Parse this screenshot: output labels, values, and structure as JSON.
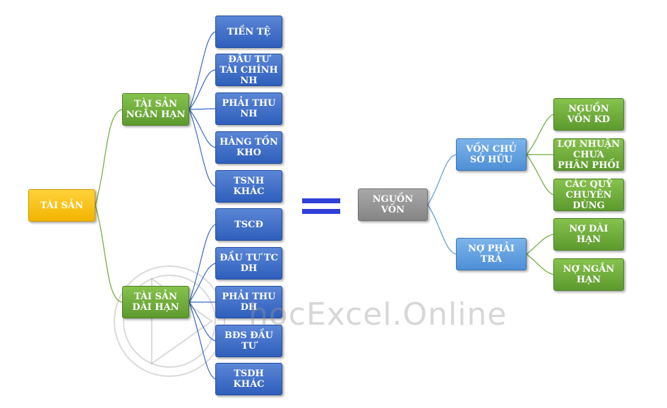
{
  "diagram": {
    "equals_sign": "=",
    "root": "TÀI SẢN",
    "short_term": "TÀI SẢN NGẮN HẠN",
    "long_term": "TÀI SẢN DÀI HẠN",
    "short_term_items": [
      "TIỀN TỆ",
      "ĐẦU TƯ TÀI CHÍNH NH",
      "PHẢI THU NH",
      "HÀNG TỒN KHO",
      "TSNH KHÁC"
    ],
    "long_term_items": [
      "TSCĐ",
      "ĐẦU TƯ TC DH",
      "PHẢI THU DH",
      "BĐS ĐẦU TƯ",
      "TSDH KHÁC"
    ],
    "capital": "NGUỒN VỐN",
    "equity": "VỐN CHỦ SỞ HỮU",
    "liabilities": "NỢ PHẢI TRẢ",
    "equity_items": [
      "NGUỒN VỐN KD",
      "LỢI NHUẬN CHƯA PHÂN PHỐI",
      "CÁC QUỸ CHUYÊN DÙNG"
    ],
    "liability_items": [
      "NỢ DÀI HẠN",
      "NỢ NGẮN HẠN"
    ],
    "colors": {
      "yellow": "#f5b800",
      "green": "#6aaa36",
      "blue": "#3a69c7",
      "light_blue": "#5b9bd5",
      "grey": "#8f8f8f",
      "connector_green": "#6aaa36",
      "connector_blue": "#3a69c7",
      "equals": "#2f3fd8"
    }
  },
  "watermark": {
    "text": "hocExcel.Online"
  }
}
